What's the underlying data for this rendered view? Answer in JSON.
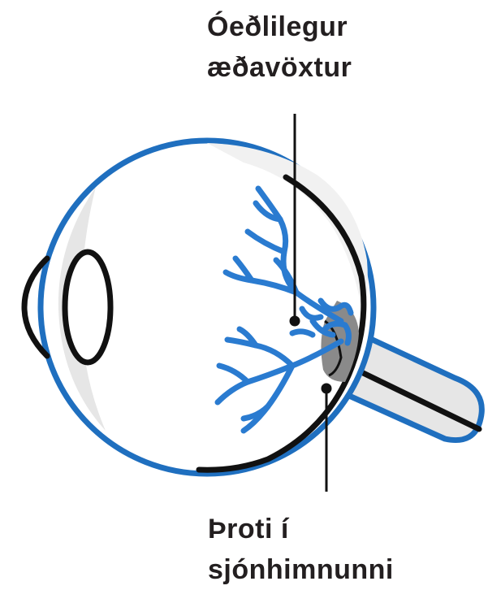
{
  "labels": {
    "top_line1": "Óeðlilegur",
    "top_line2": "æðavöxtur",
    "bottom_line1": "Þroti í",
    "bottom_line2": "sjónhimnunni"
  },
  "colors": {
    "outline_blue": "#1f6fbf",
    "vessel_blue": "#2a7bd0",
    "retina_black": "#111111",
    "sclera_gray": "#e6e6e6",
    "edema_gray": "#8a8a8a",
    "text": "#231f20"
  }
}
